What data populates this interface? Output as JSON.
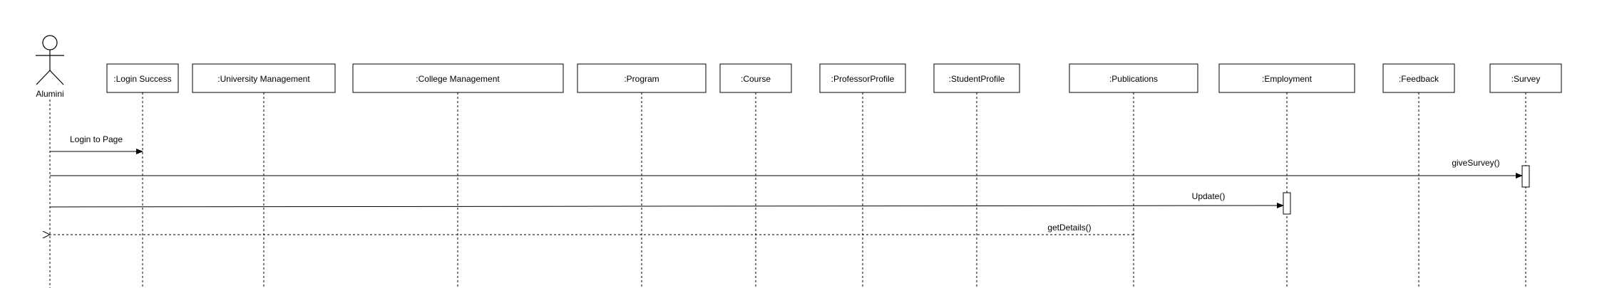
{
  "actor": {
    "label": "Alumini"
  },
  "lifelines": [
    {
      "label": ":Login Success"
    },
    {
      "label": ":University Management"
    },
    {
      "label": ":College Management"
    },
    {
      "label": ":Program"
    },
    {
      "label": ":Course"
    },
    {
      "label": ":ProfessorProfile"
    },
    {
      "label": ":StudentProfile"
    },
    {
      "label": ":Publications"
    },
    {
      "label": ":Employment"
    },
    {
      "label": ":Feedback"
    },
    {
      "label": ":Survey"
    }
  ],
  "messages": [
    {
      "label": "Login to Page",
      "from": "Alumini",
      "to": ":Login Success",
      "style": "solid"
    },
    {
      "label": "giveSurvey()",
      "from": "Alumini",
      "to": ":Survey",
      "style": "solid"
    },
    {
      "label": "Update()",
      "from": "Alumini",
      "to": ":Employment",
      "style": "solid"
    },
    {
      "label": "getDetails()",
      "from": ":Publications",
      "to": "Alumini",
      "style": "dashed"
    }
  ]
}
